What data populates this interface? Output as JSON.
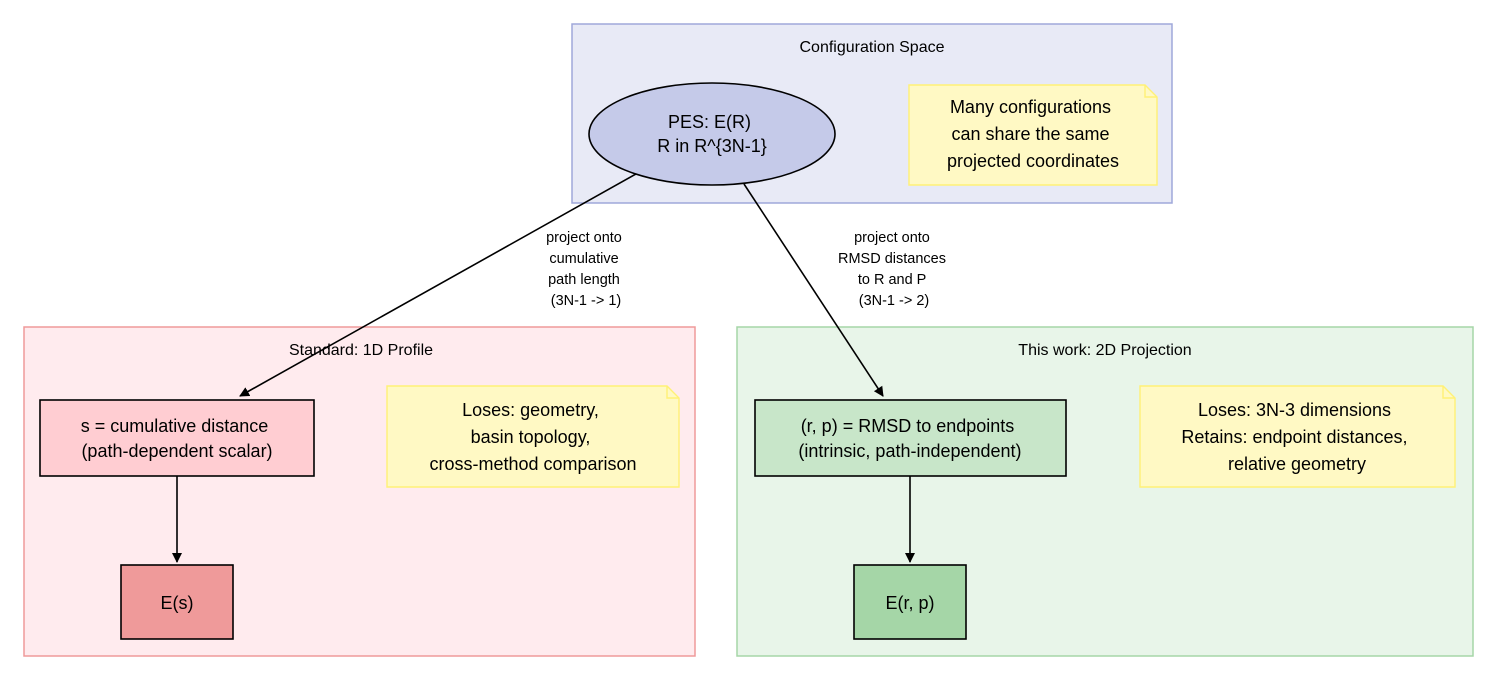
{
  "diagram": {
    "clusters": {
      "config_space": {
        "label": "Configuration Space",
        "fill": "#e8eaf6",
        "stroke": "#9fa8da"
      },
      "standard": {
        "label": "Standard: 1D Profile",
        "fill": "#ffebee",
        "stroke": "#ef9a9a"
      },
      "this_work": {
        "label": "This work: 2D Projection",
        "fill": "#e8f5e9",
        "stroke": "#a5d6a7"
      }
    },
    "nodes": {
      "pes": {
        "lines": [
          "PES: E(R)",
          "R in R^{3N-1}"
        ],
        "fill": "#c5cae9"
      },
      "s_node": {
        "lines": [
          "s = cumulative distance",
          "(path-dependent scalar)"
        ],
        "fill": "#ffcdd2"
      },
      "es_node": {
        "lines": [
          "E(s)"
        ],
        "fill": "#ef9a9a"
      },
      "rp_node": {
        "lines": [
          "(r, p) = RMSD to endpoints",
          "(intrinsic, path-independent)"
        ],
        "fill": "#c8e6c9"
      },
      "erp_node": {
        "lines": [
          "E(r, p)"
        ],
        "fill": "#a5d6a7"
      }
    },
    "notes": {
      "config_note": {
        "lines": [
          "Many configurations",
          "can share the same",
          "projected coordinates"
        ],
        "fill": "#fff9c4",
        "stroke": "#fff176"
      },
      "standard_note": {
        "lines": [
          "Loses: geometry,",
          "basin topology,",
          "cross-method comparison"
        ],
        "fill": "#fff9c4",
        "stroke": "#fff176"
      },
      "this_work_note": {
        "lines": [
          "Loses: 3N-3 dimensions",
          "Retains: endpoint distances,",
          "relative geometry"
        ],
        "fill": "#fff9c4",
        "stroke": "#fff176"
      }
    },
    "edges": {
      "to_standard": {
        "lines": [
          "project onto",
          "cumulative",
          "path length",
          "(3N-1 -> 1)"
        ]
      },
      "to_this_work": {
        "lines": [
          "project onto",
          "RMSD distances",
          "to R and P",
          "(3N-1 -> 2)"
        ]
      }
    }
  }
}
